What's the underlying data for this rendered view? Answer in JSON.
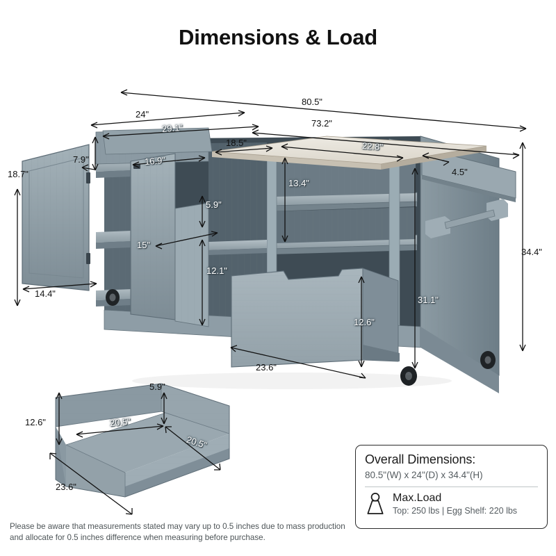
{
  "page": {
    "title": "Dimensions & Load",
    "background": "#ffffff",
    "ink": "#111111"
  },
  "colors": {
    "cabinet_light": "#a7b4bb",
    "cabinet_mid": "#8d9ca5",
    "cabinet_dark": "#6f808a",
    "cabinet_shadow": "#4d5c66",
    "cabinet_deep": "#35424b",
    "countertop": "#e7e3da",
    "countertop_edge": "#b9b1a3",
    "caster": "#1b1e21",
    "line": "#111111",
    "card_border": "#2b2b2b",
    "muted_text": "#555c60"
  },
  "dimensions": {
    "overall_width": "80.5\"",
    "top_depth": "24\"",
    "top_board_width": "73.2\"",
    "upper_back_width": "29.1\"",
    "leaf_width": "18.5\"",
    "right_interior_width": "22.8\"",
    "left_door_height": "18.7\"",
    "left_top_gap": "7.9\"",
    "left_door_width": "14.4\"",
    "mid_door_width": "16.9\"",
    "mid_upper_gap": "5.9\"",
    "mid_shelf_depth": "15\"",
    "mid_lower_gap": "12.1\"",
    "right_shelf_gap": "13.4\"",
    "right_drawer_height": "4.5\"",
    "overall_height": "34.4\"",
    "body_height": "31.1\"",
    "big_drawer_height": "12.6\"",
    "big_drawer_width": "23.6\""
  },
  "drawer_detail": {
    "height": "12.6\"",
    "back_height": "5.9\"",
    "inner_width": "20.5\"",
    "inner_depth": "20.5\"",
    "outer_depth": "23.6\""
  },
  "info_card": {
    "heading": "Overall Dimensions:",
    "overall": "80.5\"(W) x 24\"(D) x 34.4\"(H)",
    "load_title": "Max.Load",
    "load_detail": "Top: 250 lbs | Egg Shelf: 220 lbs",
    "icon": "weight-icon"
  },
  "footer": {
    "disclaimer": "Please be aware that measurements stated may vary up to 0.5 inches due to mass production and allocate for 0.5 inches difference when measuring before purchase."
  }
}
